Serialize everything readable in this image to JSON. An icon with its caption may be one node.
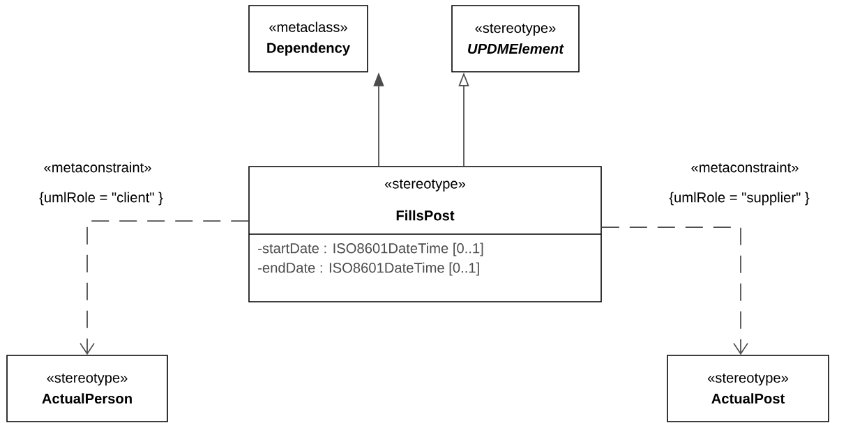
{
  "diagram": {
    "nodes": [
      {
        "text": [
          "«metaclass»",
          "Dependency"
        ]
      },
      {
        "text": [
          "«stereotype»",
          "UPDMElement"
        ]
      },
      {
        "text": [
          "«stereotype»",
          "FillsPost",
          "-startDate : ISO8601DateTime [0..1]",
          "-endDate : ISO8601DateTime [0..1]"
        ]
      },
      {
        "text": [
          "«stereotype»",
          "ActualPerson"
        ]
      },
      {
        "text": [
          "«stereotype»",
          "ActualPost"
        ]
      }
    ],
    "edges": [
      {
        "from": 2,
        "to": 0,
        "arrow": "to"
      },
      {
        "from": 2,
        "to": 1,
        "arrow": "to"
      },
      {
        "from": 2,
        "to": 3,
        "arrow": "to",
        "style": "dashed",
        "label": "{umlRole = \"client\" }"
      },
      {
        "from": 2,
        "to": 4,
        "arrow": "to",
        "style": "dashed",
        "label": "{umlRole = \"supplier\" }"
      }
    ],
    "labels": [
      "«metaconstraint»",
      "«metaconstraint»"
    ]
  }
}
